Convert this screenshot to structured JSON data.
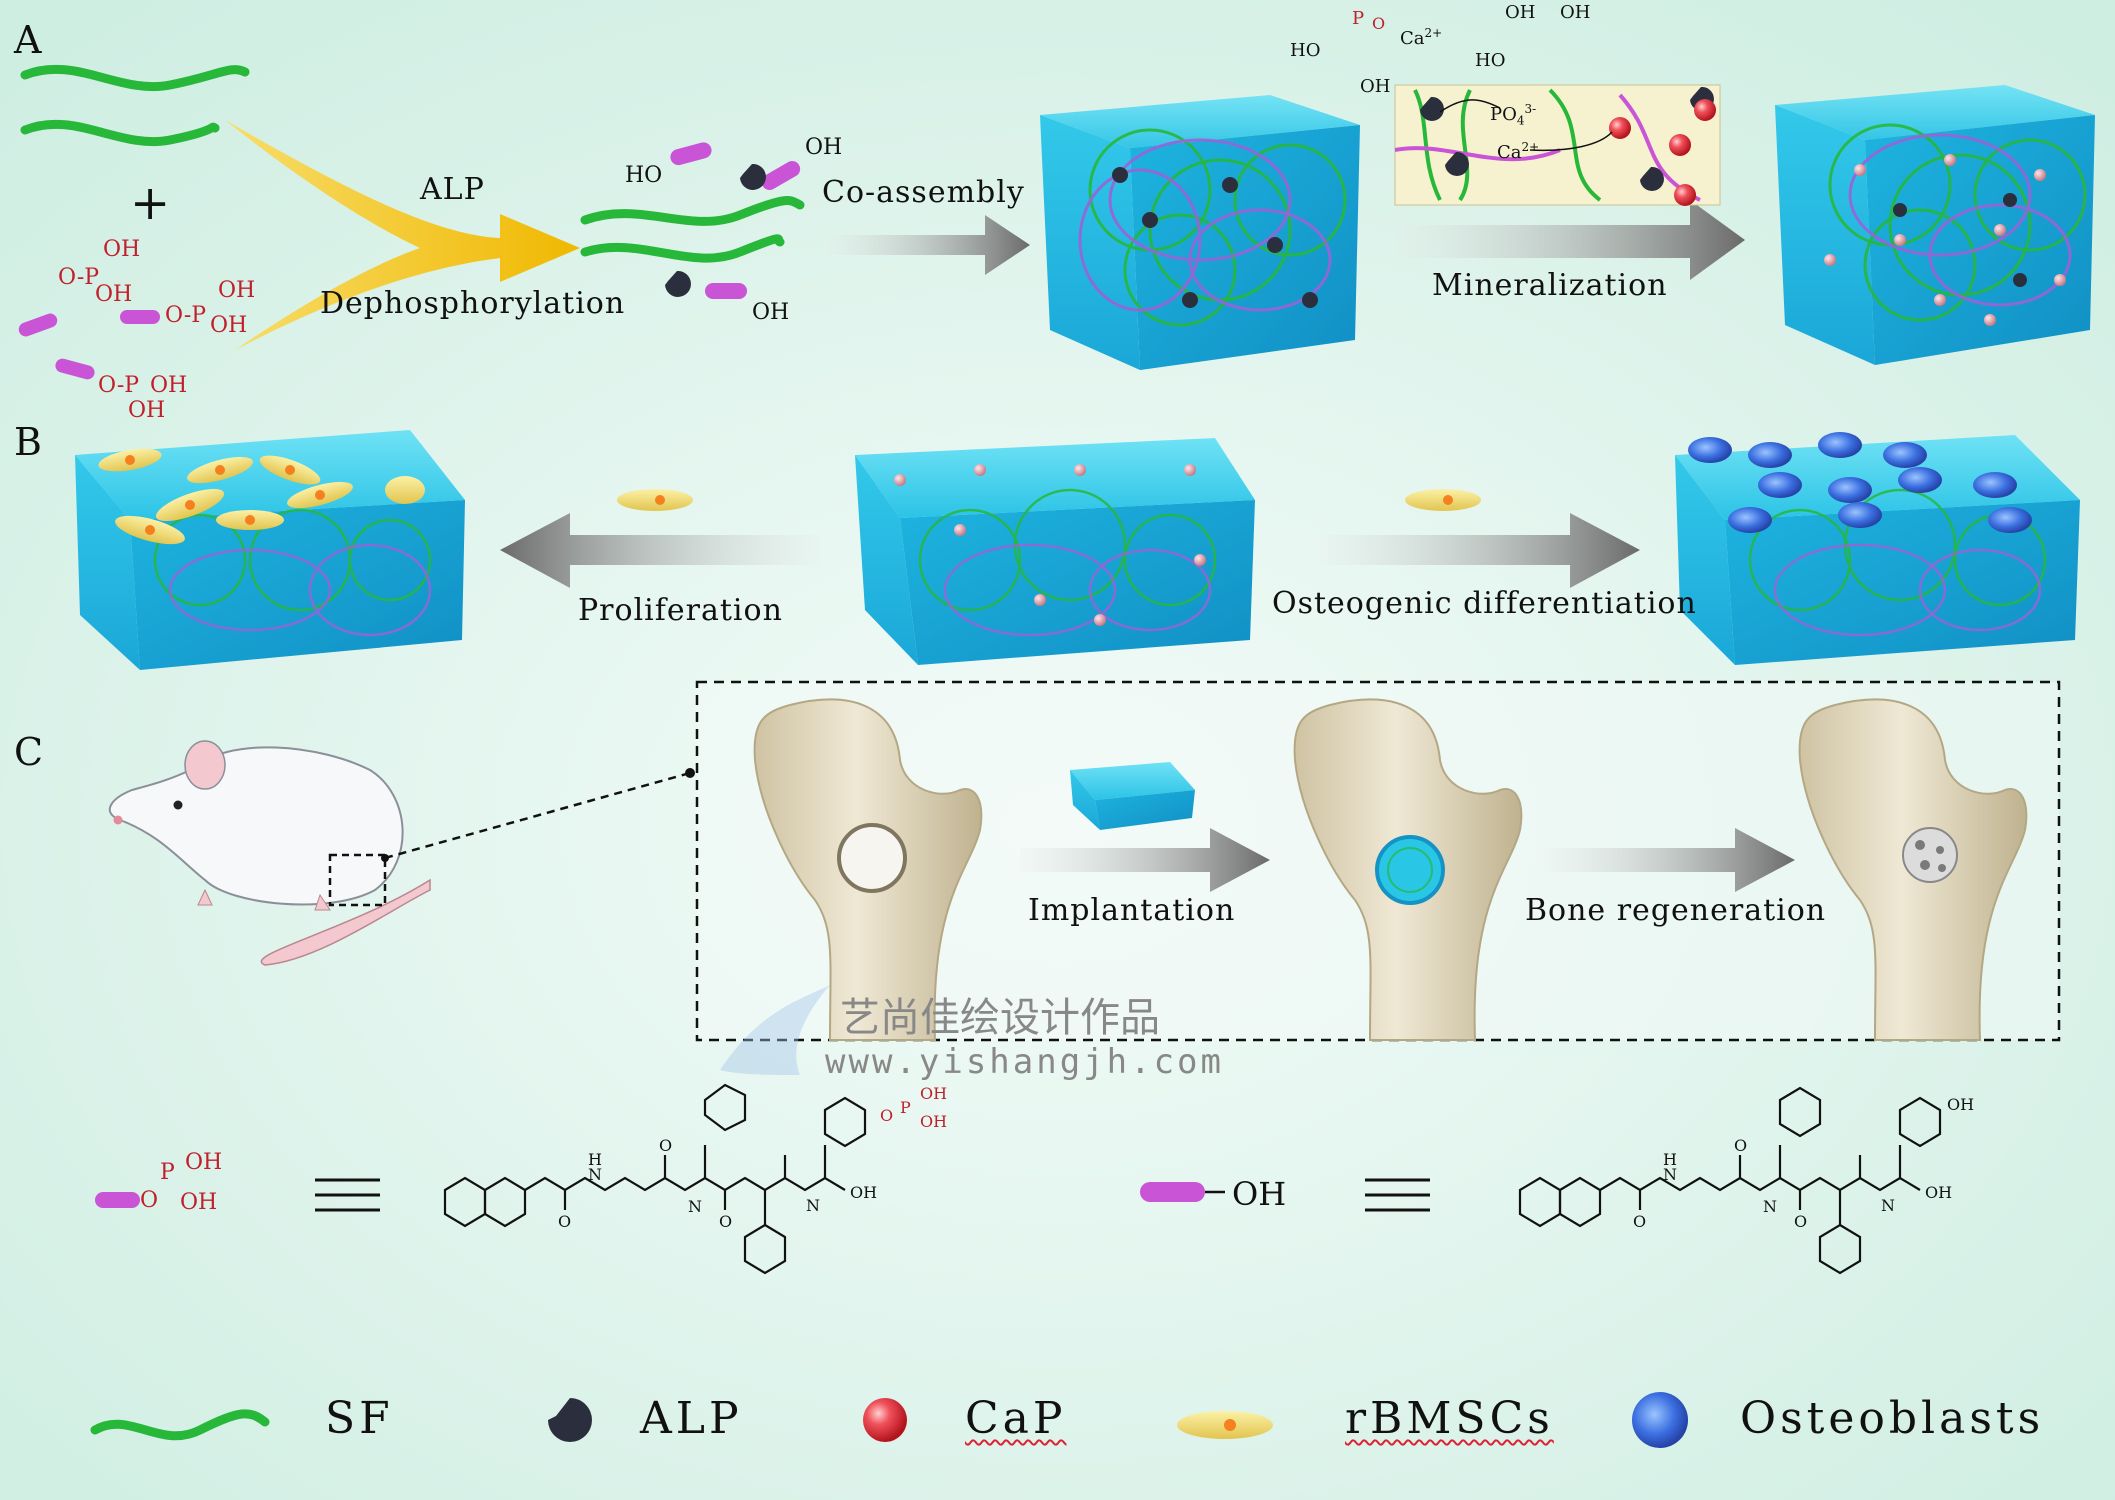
{
  "panels": {
    "a": "A",
    "b": "B",
    "c": "C"
  },
  "panel_a": {
    "enzyme_label": "ALP",
    "process_label": "Dephosphorylation",
    "plus": "+",
    "assembly_label": "Co-assembly",
    "mineralization_label": "Mineralization",
    "ions": {
      "calcium": "Ca",
      "calcium_charge": "2+",
      "phosphate": "PO",
      "phosphate_sub": "4",
      "phosphate_charge": "3-",
      "phosphate_o_minus": "O",
      "hydroxyl": "HO",
      "oh": "OH",
      "glycerol_oh": "OH"
    },
    "phospho_groups": {
      "oh": "OH",
      "o_p": "O-P",
      "o": "O",
      "p": "P"
    },
    "product_labels": {
      "ho": "HO",
      "oh": "OH"
    }
  },
  "panel_b": {
    "left_label": "Proliferation",
    "right_label": "Osteogenic differentiation"
  },
  "panel_c": {
    "implant_label": "Implantation",
    "regen_label": "Bone regeneration"
  },
  "watermark": {
    "line1": "艺尚佳绘设计作品",
    "line2": "www.yishangjh.com"
  },
  "structures": {
    "equiv": "≡",
    "phospho_oh": "OH",
    "phospho_o": "O",
    "phospho_p": "P",
    "hydroxy_label": "OH",
    "atoms": {
      "h": "H",
      "n": "N",
      "o": "O",
      "oh": "OH",
      "cooh": "OH"
    }
  },
  "legend": [
    {
      "key": "sf",
      "label": "SF",
      "color": "#27b83a"
    },
    {
      "key": "alp",
      "label": "ALP",
      "color": "#2b2f3d"
    },
    {
      "key": "cap",
      "label": "CaP",
      "color": "#e23a3a"
    },
    {
      "key": "rbmscs",
      "label": "rBMSCs",
      "color": "#f2e27a"
    },
    {
      "key": "osteoblasts",
      "label": "Osteoblasts",
      "color": "#3d5fd6"
    }
  ],
  "colors": {
    "hydrogel": "#29c6e6",
    "sf_fiber": "#27b83a",
    "peptide": "#c955d6",
    "arrow_yellow": "#f3c41c",
    "arrow_grey": "#7d7d7d",
    "bone": "#e8dfc7"
  }
}
